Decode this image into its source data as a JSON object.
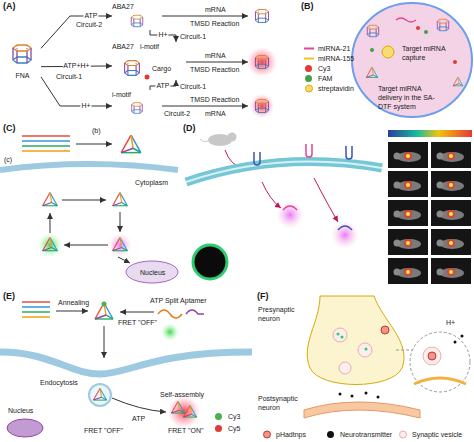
{
  "diagram": {
    "nodes": [
      {
        "text": [
          "(A)"
        ]
      },
      {
        "text": [
          "FNA"
        ],
        "in": 0
      },
      {
        "text": [
          "ABA27"
        ],
        "in": 0
      },
      {
        "text": [
          "ABA27",
          "i-motif",
          "Cargo"
        ],
        "in": 0
      },
      {
        "text": [
          "i-motif"
        ],
        "in": 0
      },
      {
        "text": [
          "(B)"
        ]
      },
      {
        "text": [
          "(C)"
        ]
      },
      {
        "text": [
          "(D)"
        ]
      },
      {
        "text": [
          "(E)"
        ]
      },
      {
        "text": [
          "(F)"
        ]
      }
    ],
    "edges": [
      {
        "from": 1,
        "to": 2,
        "arrow": "to",
        "label": "ATP"
      },
      {
        "from": 1,
        "to": 3,
        "arrow": "to",
        "label": "ATP+H+"
      },
      {
        "from": 1,
        "to": 4,
        "arrow": "to",
        "label": "H+"
      },
      {
        "from": 2,
        "to": 3,
        "arrow": "to",
        "label": "H+"
      },
      {
        "from": 4,
        "to": 3,
        "arrow": "to",
        "label": "ATP"
      }
    ],
    "labels": [
      "Circuit-2",
      "Circuit-1",
      "Circuit-1",
      "mRNA",
      "TMSD Reaction",
      "mRNA",
      "TMSD Reaction",
      "Circuit-1",
      "TMSD Reaction",
      "mRNA",
      "Circuit-2",
      "Target miRNA capture",
      "Target miRNA delivery in the SA-DTF system",
      "(b)",
      "(c)",
      "Cytoplasm",
      "Nucleus",
      "Annealing",
      "ATP Split Aptamer",
      "FRET \"OFF\"",
      "Endocytosis",
      "ATP",
      "Self-assembly",
      "FRET \"OFF\"",
      "FRET \"ON\"",
      "Nucleus",
      "Presynaptic neuron",
      "Postsynaptic neuron",
      "H+"
    ],
    "legend": [
      {
        "text": "miRNA-21"
      },
      {
        "text": "miRNA-155"
      },
      {
        "text": "Cy3",
        "color": "#e53935"
      },
      {
        "text": "FAM",
        "color": "#43a047"
      },
      {
        "text": "streptavidin"
      },
      {
        "text": "Cy3",
        "color": "#4caf50"
      },
      {
        "text": "Cy5",
        "color": "#e53935"
      },
      {
        "text": "pHadtnps"
      },
      {
        "text": "Neurotransmitter",
        "color": "#111111"
      },
      {
        "text": "Synaptic vesicle"
      }
    ]
  }
}
